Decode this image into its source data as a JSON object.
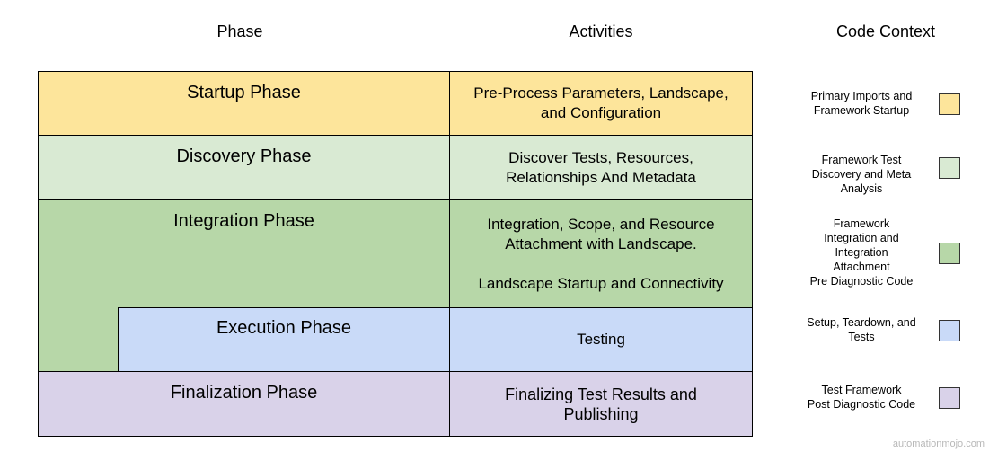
{
  "headers": {
    "phase": "Phase",
    "activities": "Activities",
    "code_context": "Code Context"
  },
  "colors": {
    "startup": "#fde59b",
    "discovery": "#d9ead3",
    "integration": "#b7d7a8",
    "execution": "#c9daf8",
    "finalization": "#d9d2e9"
  },
  "phases": {
    "startup": "Startup Phase",
    "discovery": "Discovery Phase",
    "integration": "Integration Phase",
    "execution": "Execution Phase",
    "finalization": "Finalization Phase"
  },
  "activities": {
    "startup": [
      "Pre-Process Parameters, Landscape,",
      "and Configuration"
    ],
    "discovery": [
      "Discover Tests, Resources,",
      "Relationships And Metadata"
    ],
    "integration": [
      "Integration, Scope, and Resource",
      "Attachment with Landscape.",
      "",
      "Landscape Startup and Connectivity"
    ],
    "execution": [
      "Testing"
    ],
    "finalization": [
      "Finalizing Test Results and",
      "Publishing"
    ]
  },
  "legend": {
    "startup": [
      "Primary Imports and",
      "Framework Startup"
    ],
    "discovery": [
      "Framework Test",
      "Discovery and Meta",
      "Analysis"
    ],
    "integration": [
      "Framework",
      "Integration and",
      "Integration",
      "Attachment",
      "Pre Diagnostic Code"
    ],
    "execution": [
      "Setup, Teardown, and",
      "Tests"
    ],
    "finalization": [
      "Test Framework",
      "Post Diagnostic Code"
    ]
  },
  "watermark": "automationmojo.com"
}
